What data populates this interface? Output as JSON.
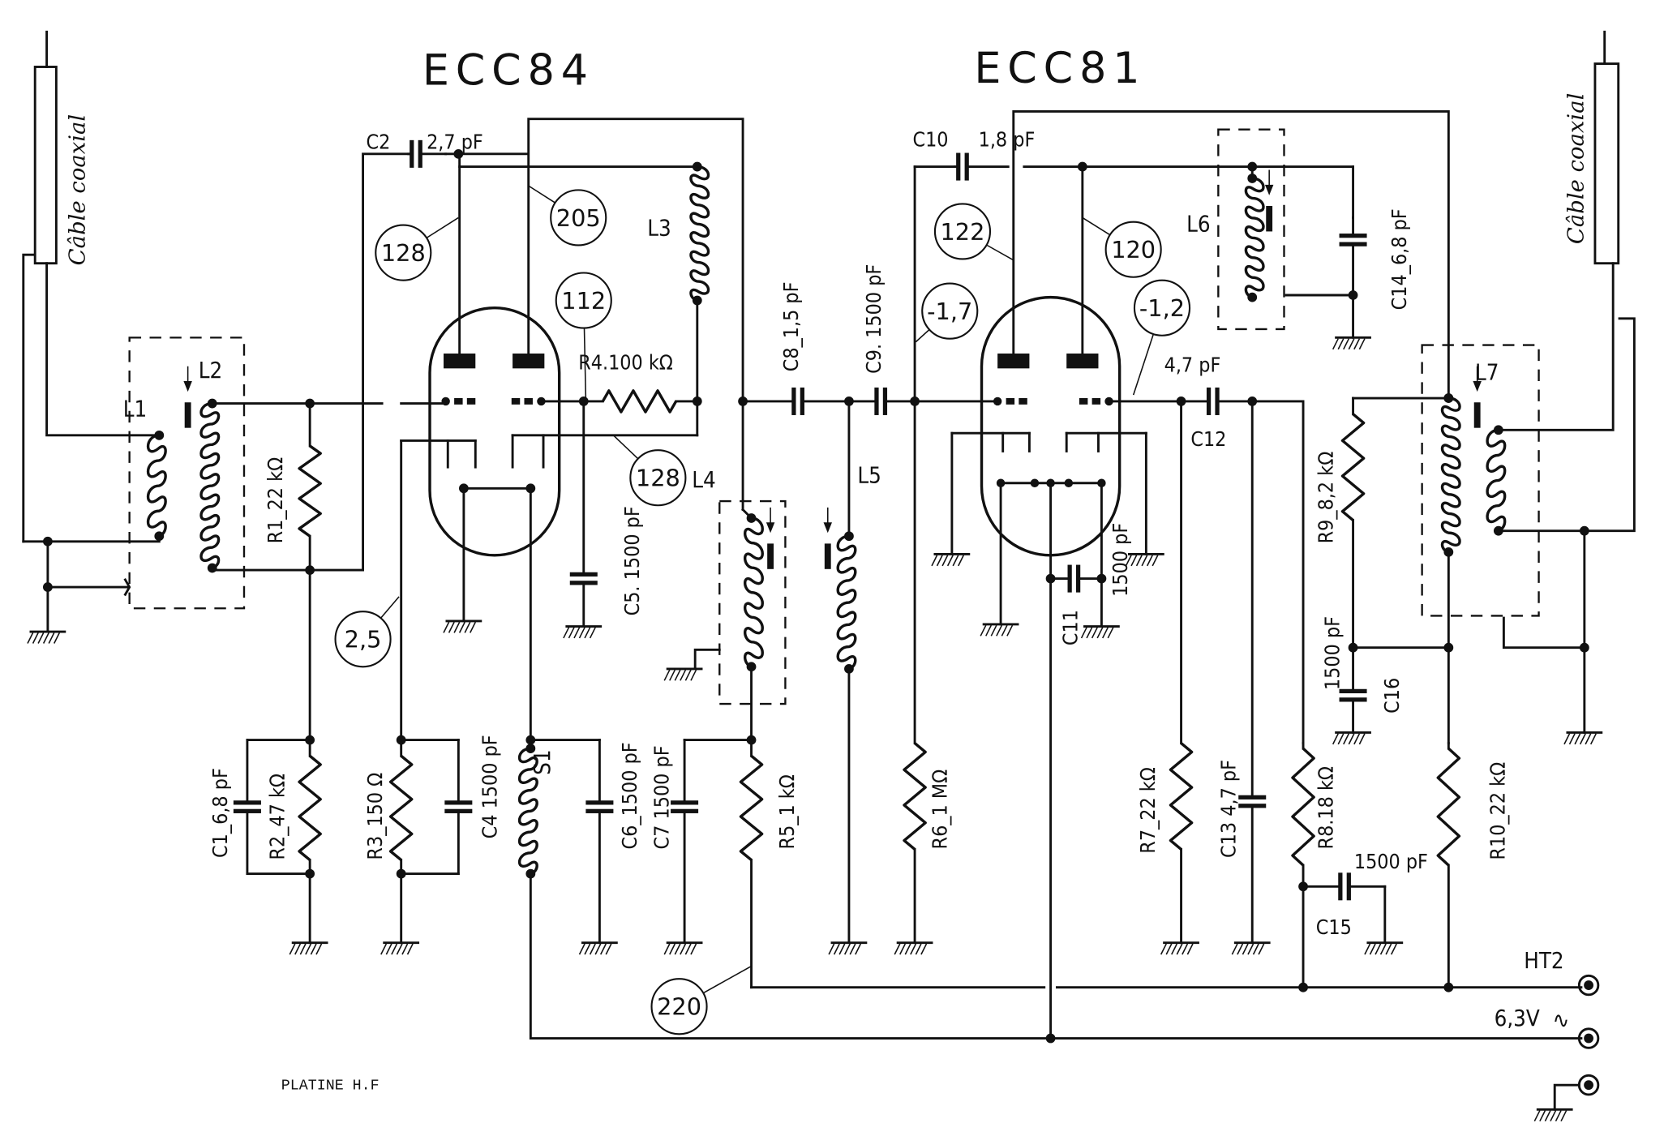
{
  "diagram": {
    "caption": "PLATINE H.F",
    "tubes": [
      {
        "id": "V1",
        "type": "ECC84"
      },
      {
        "id": "V2",
        "type": "ECC81"
      }
    ],
    "cables": {
      "input": "Câble coaxial",
      "output": "Câble coaxial"
    },
    "terminals": {
      "ht2": "HT2",
      "heater": "6,3V",
      "heater_ac_symbol": "∿",
      "ground": ""
    },
    "inductors": {
      "L1": "L1",
      "L2": "L2",
      "L3": "L3",
      "L4": "L4",
      "L5": "L5",
      "L6": "L6",
      "L7": "L7",
      "S1": "S1"
    },
    "resistors": {
      "R1": "R1_22 kΩ",
      "R2": "R2_47 kΩ",
      "R3": "R3_150 Ω",
      "R4": "R4.100 kΩ",
      "R5": "R5_1 kΩ",
      "R6": "R6_1 MΩ",
      "R7": "R7_22 kΩ",
      "R8": "R8.18 kΩ",
      "R9": "R9_8,2 kΩ",
      "R10": "R10_22 kΩ"
    },
    "capacitors": {
      "C1": "C1_6,8 pF",
      "C2_name": "C2",
      "C2_value": "2,7 pF",
      "C4": "C4 1500 pF",
      "C5": "C5. 1500 pF",
      "C6": "C6_1500 pF",
      "C7": "C7 1500 pF",
      "C8": "C8_1,5 pF",
      "C9": "C9. 1500 pF",
      "C10_name": "C10",
      "C10_value": "1,8 pF",
      "C11_name": "C11",
      "C11_value": "1500 pF",
      "C12_name": "C12",
      "C12_value": "4,7 pF",
      "C13": "C13 4,7 pF",
      "C14": "C14_6,8 pF",
      "C15_name": "C15",
      "C15_value": "1500 pF",
      "C16_name": "C16",
      "C16_value": "1500 pF"
    },
    "voltage_tags": [
      {
        "id": "v-128-a",
        "value": "128"
      },
      {
        "id": "v-205",
        "value": "205"
      },
      {
        "id": "v-112",
        "value": "112"
      },
      {
        "id": "v-128-b",
        "value": "128"
      },
      {
        "id": "v-2-5",
        "value": "2,5"
      },
      {
        "id": "v-220",
        "value": "220"
      },
      {
        "id": "v-122",
        "value": "122"
      },
      {
        "id": "v-120",
        "value": "120"
      },
      {
        "id": "v-m1-7",
        "value": "-1,7"
      },
      {
        "id": "v-m1-2",
        "value": "-1,2"
      }
    ]
  }
}
